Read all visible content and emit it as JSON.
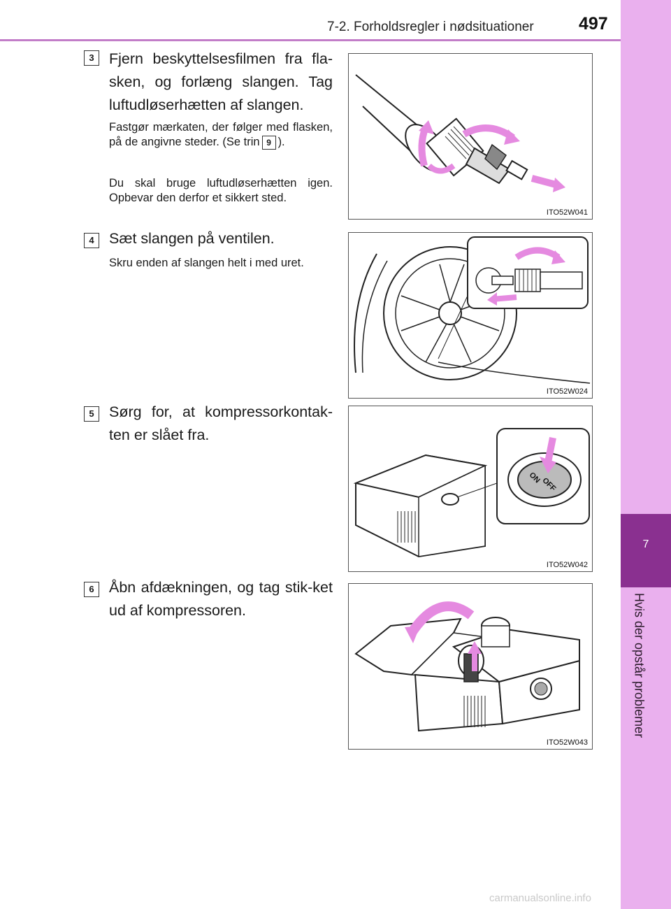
{
  "header": {
    "section_title": "7-2. Forholdsregler i nødsituationer",
    "page_number": "497"
  },
  "side_tab": {
    "chapter_number": "7",
    "chapter_title": "Hvis der opstår problemer"
  },
  "steps": [
    {
      "number": "3",
      "text": "Fjern beskyttelsesfilmen fra fla-sken, og forlæng slangen. Tag luftudløserhætten af slangen.",
      "note1_pre": "Fastgør mærkaten, der følger med flasken, på de angivne steder. (Se trin",
      "note1_ref": "9",
      "note1_post": ").",
      "note2": "Du skal bruge luftudløserhætten igen. Opbevar den derfor et sikkert sted.",
      "figure_code": "ITO52W041"
    },
    {
      "number": "4",
      "text": "Sæt slangen på ventilen.",
      "note1": "Skru enden af slangen helt i med uret.",
      "figure_code": "ITO52W024"
    },
    {
      "number": "5",
      "text": "Sørg for, at kompressorkontak-ten er slået fra.",
      "figure_code": "ITO52W042",
      "switch_on": "ON",
      "switch_off": "OFF"
    },
    {
      "number": "6",
      "text": "Åbn afdækningen, og tag stik-ket ud af kompressoren.",
      "figure_code": "ITO52W043"
    }
  ],
  "watermark": "carmanualsonline.info",
  "colors": {
    "tab_light": "#eab0ee",
    "tab_dark": "#8a3090",
    "arrow": "#e58ae0",
    "header_line": "#c27dc8"
  }
}
